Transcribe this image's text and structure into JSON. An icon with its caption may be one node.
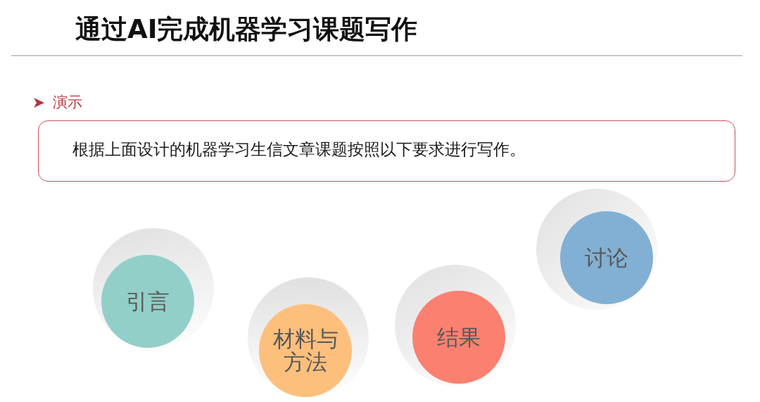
{
  "diagram": {
    "title": "通过AI完成机器学习课题写作",
    "nodes": [
      {
        "text": [
          "根据上面设计的机器学习生信文章课题按照以下要求进行写作。"
        ]
      },
      {
        "text": [
          "引言"
        ]
      },
      {
        "text": [
          "材料与方法"
        ]
      },
      {
        "text": [
          "结果"
        ]
      },
      {
        "text": [
          "讨论"
        ]
      }
    ],
    "labels": [
      "演示"
    ]
  }
}
